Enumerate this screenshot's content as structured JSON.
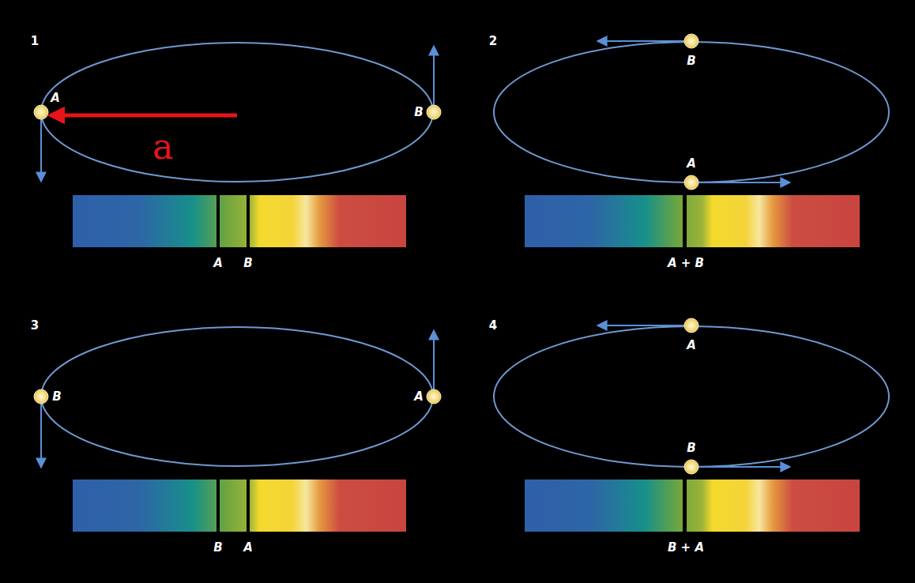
{
  "diagram": {
    "labels": [
      "1",
      "A",
      "B",
      "A",
      "B",
      "a",
      "2",
      "B",
      "A",
      "A + B",
      "3",
      "B",
      "A",
      "B",
      "A",
      "4",
      "A",
      "B",
      "B + A"
    ]
  }
}
